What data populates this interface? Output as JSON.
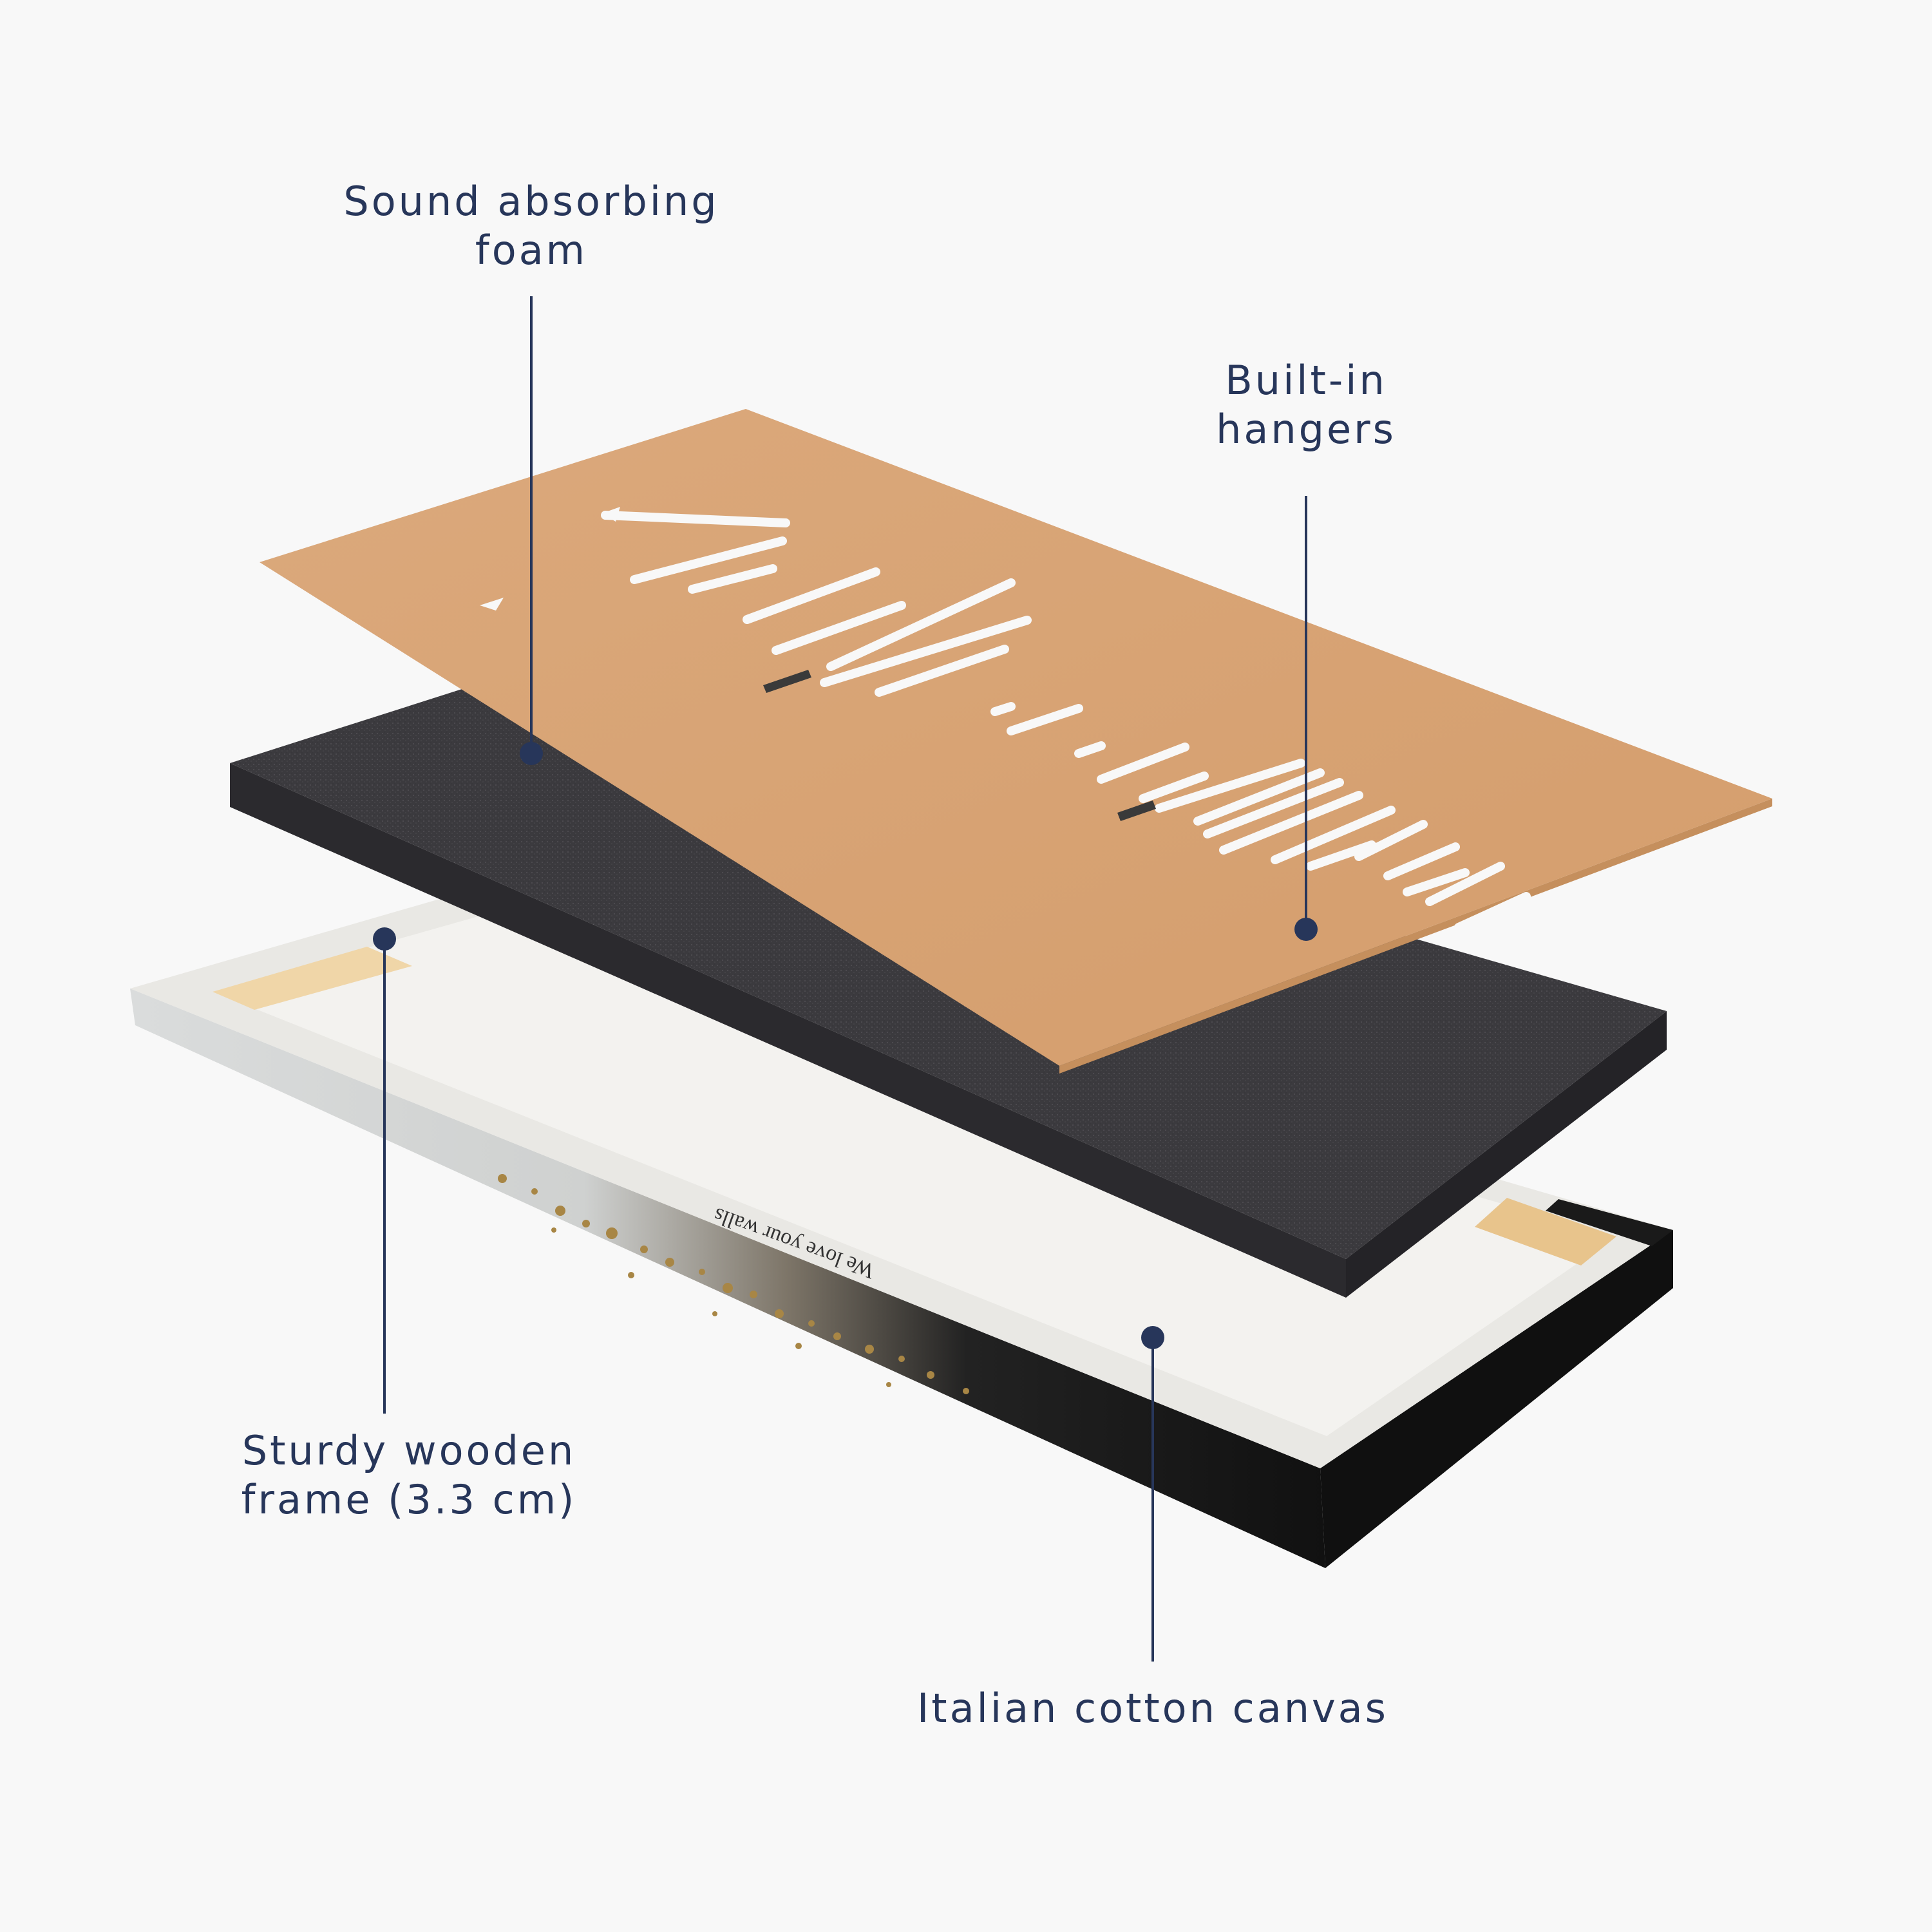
{
  "colors": {
    "background": "#f8f8f8",
    "label_text": "#27365a",
    "leader_line": "#27365a",
    "board": "#d9a476",
    "foam_top": "#3b3a3e",
    "foam_side": "#2b2a2e",
    "canvas_inner": "#f3f2ef",
    "frame_side_dark": "#151515",
    "frame_side_light": "#d6d8d8",
    "wood": "#f0d6a8",
    "gold_flecks": "#a88645"
  },
  "labels": {
    "foam": {
      "line1": "Sound absorbing",
      "line2": "foam"
    },
    "hangers": {
      "line1": "Built-in",
      "line2": "hangers"
    },
    "frame": {
      "line1": "Sturdy wooden",
      "line2": "frame (3.3 cm)"
    },
    "canvas": {
      "line1": "Italian cotton canvas"
    }
  },
  "print_text": "We love your walls"
}
